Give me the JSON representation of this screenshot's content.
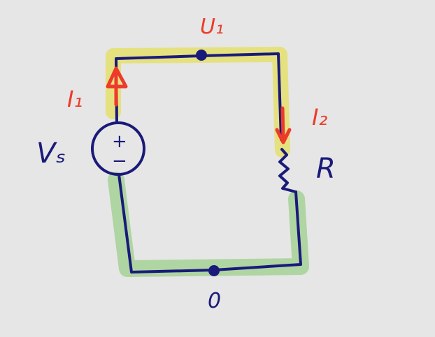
{
  "colors": {
    "background": "#e6e6e6",
    "wire": "#1a1a7a",
    "annotation": "#ee3a2a",
    "highlight_top": "#e4e073",
    "highlight_bottom": "#a9d39a"
  },
  "nodes": {
    "top": "U₁",
    "bottom": "0"
  },
  "currents": {
    "source": "I₁",
    "resistor": "I₂"
  },
  "components": {
    "source": {
      "label": "Vₛ",
      "plus": "+",
      "minus": "−"
    },
    "resistor": {
      "label": "R"
    }
  }
}
